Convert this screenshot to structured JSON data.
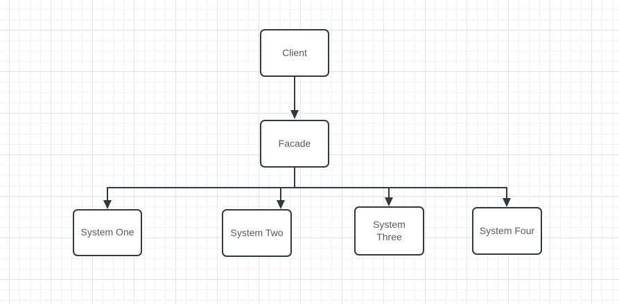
{
  "diagram": {
    "kind": "facade-pattern-flowchart",
    "nodes": {
      "client": {
        "label": "Client"
      },
      "facade": {
        "label": "Facade"
      },
      "system_one": {
        "label": "System One"
      },
      "system_two": {
        "label": "System Two"
      },
      "system_three": {
        "label": "System Three"
      },
      "system_four": {
        "label": "System Four"
      }
    },
    "edges": [
      {
        "from": "client",
        "to": "facade"
      },
      {
        "from": "facade",
        "to": "system_one"
      },
      {
        "from": "facade",
        "to": "system_two"
      },
      {
        "from": "facade",
        "to": "system_three"
      },
      {
        "from": "facade",
        "to": "system_four"
      }
    ],
    "colors": {
      "node_fill": "#ffffff",
      "node_border": "#33383d",
      "edge": "#33383d",
      "text": "#595959",
      "background": "#ffffff",
      "grid_minor": "#f1f1f1",
      "grid_major": "#e2e2e2"
    }
  }
}
